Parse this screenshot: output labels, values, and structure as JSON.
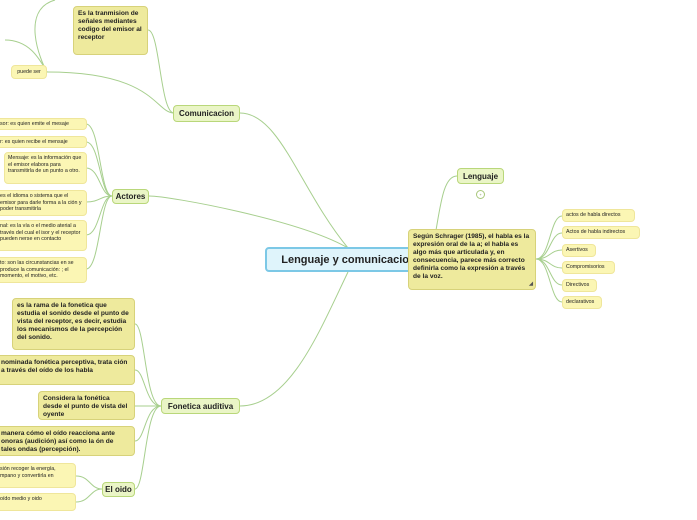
{
  "central": {
    "label": "Lenguaje y comunicacion"
  },
  "branches": {
    "comunicacion": "Comunicacion",
    "actores": "Actores",
    "lenguaje": "Lenguaje",
    "fonetica": "Fonetica auditiva",
    "oido": "El oido"
  },
  "comunicacion_children": {
    "definicion": "Es la tranmision de señales mediantes codigo del emisor al receptor",
    "puede_ser": "puede ser"
  },
  "actores_children": [
    "sor: es quien emite el mesaje",
    "r: es quien recibe el mensaje",
    "Mensaje: es la información que el emisor elabora para transmitirla de un punto a otro.",
    "es el idioma o sistema que el emisor para darle forma a la ción y poder transmitirla",
    "nal: es la vía o el medio aterial a través del cual el isor y el receptor pueden nerse en contacto",
    "to: son las circunstancias en se produce la comunicación: ; el momento, el motivo, etc."
  ],
  "lenguaje_children": {
    "schrager": "Según Schrager (1985), el habla es la expresión oral de la a; el habla es algo más que articulada y, en consecuencia, parece más correcto definirla como la expresión a través de la voz.",
    "items": [
      "actos de habla directos",
      "Actos de habla indirectos",
      "Asertivos",
      "Compromisorios",
      "Directivos",
      "declarativos"
    ]
  },
  "fonetica_children": [
    "es la rama de la fonetica  que estudia el sonido desde el punto de vista del receptor, es decir, estudia los mecanismos de la percepción del sonido.",
    "nominada fonética perceptiva, trata ción a través del oído de los habla",
    "Considera la fonética desde el punto de vista del oyente",
    "manera cómo el oído reacciona ante onoras (audición) así como la ón de tales ondas (percepción)."
  ],
  "oido_children": [
    "sión recoger la energía, mpano y convertirla en",
    "oído medio y oido"
  ],
  "colors": {
    "link": "#a7cf8e",
    "central_fill": "#dff4fb",
    "central_border": "#7cc8e6",
    "branch_fill": "#eaf5c6",
    "bubble_fill": "#eeea9d",
    "leaf_fill": "#fbf6b4"
  }
}
